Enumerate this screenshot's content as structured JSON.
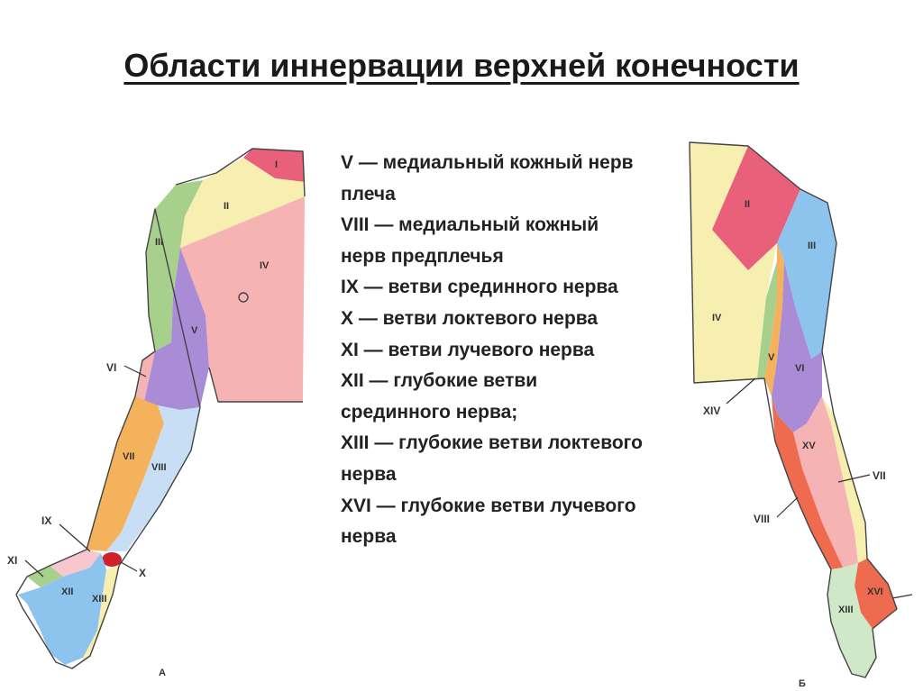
{
  "title": "Области иннервации верхней конечности",
  "legend": [
    "V — медиальный кожный нерв плеча",
    "VIII — медиальный кожный нерв предплечья",
    "IX — ветви срединного нерва",
    "X — ветви локтевого нерва",
    "XI — ветви лучевого нерва",
    "XII — глубокие ветви срединного нерва;",
    "XIII — глубокие ветви локтевого нерва",
    "XVI — глубокие ветви лучевого нерва"
  ],
  "figure_a": {
    "caption": "А",
    "zones": {
      "z1": "I",
      "z2": "II",
      "z3": "III",
      "z4": "IV",
      "z5": "V",
      "z6": "VI",
      "z7": "VII",
      "z8": "VIII",
      "z9": "IX",
      "z10": "X",
      "z11": "XI",
      "z12": "XII",
      "z13": "XIII"
    }
  },
  "figure_b": {
    "caption": "Б",
    "zones": {
      "z2": "II",
      "z3": "III",
      "z4": "IV",
      "z5": "V",
      "z6": "VI",
      "z7": "VII",
      "z8": "VIII",
      "z13": "XIII",
      "z14": "XIV",
      "z15": "XV",
      "z16": "XVI"
    }
  },
  "colors": {
    "pink": "#f5b3b3",
    "red": "#e8607a",
    "yellow": "#f7efb0",
    "green": "#a8d08d",
    "violet": "#a98bd6",
    "blue": "#8cc4ee",
    "light_blue": "#c8def5",
    "orange": "#f4b25c",
    "salmon": "#f0a090",
    "red_orange": "#ee6b50",
    "light_green": "#cfe8c8",
    "light_pink": "#f7c6cf"
  }
}
